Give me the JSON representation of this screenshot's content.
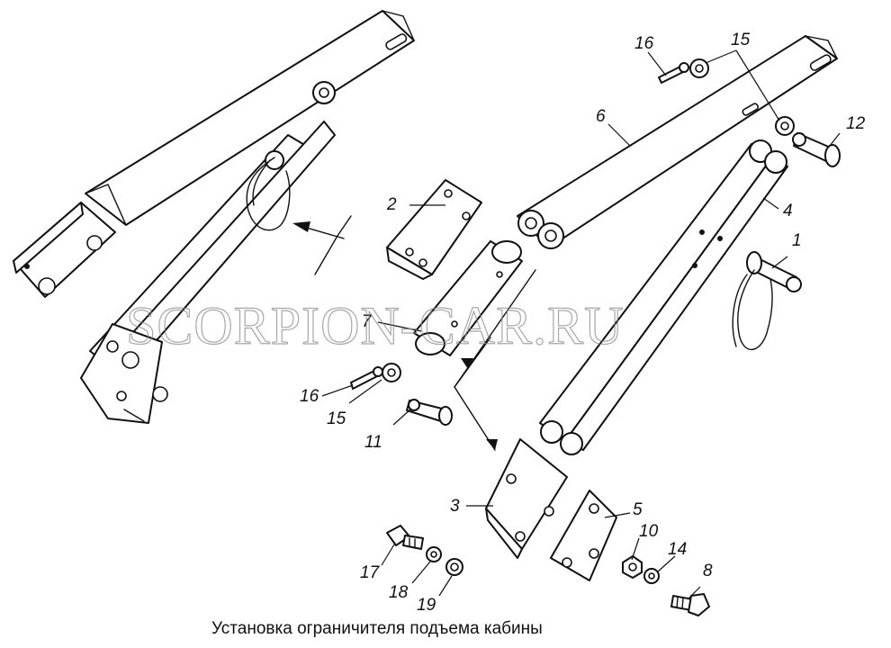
{
  "caption": "Установка ограничителя подъема кабины",
  "watermark": "SCORPION-CAR.RU",
  "callouts": {
    "c1": "1",
    "c2": "2",
    "c3": "3",
    "c4": "4",
    "c5": "5",
    "c6": "6",
    "c7": "7",
    "c8": "8",
    "c10": "10",
    "c11": "11",
    "c12": "12",
    "c14": "14",
    "c15a": "15",
    "c15b": "15",
    "c16a": "16",
    "c16b": "16",
    "c17": "17",
    "c18": "18",
    "c19": "19"
  }
}
